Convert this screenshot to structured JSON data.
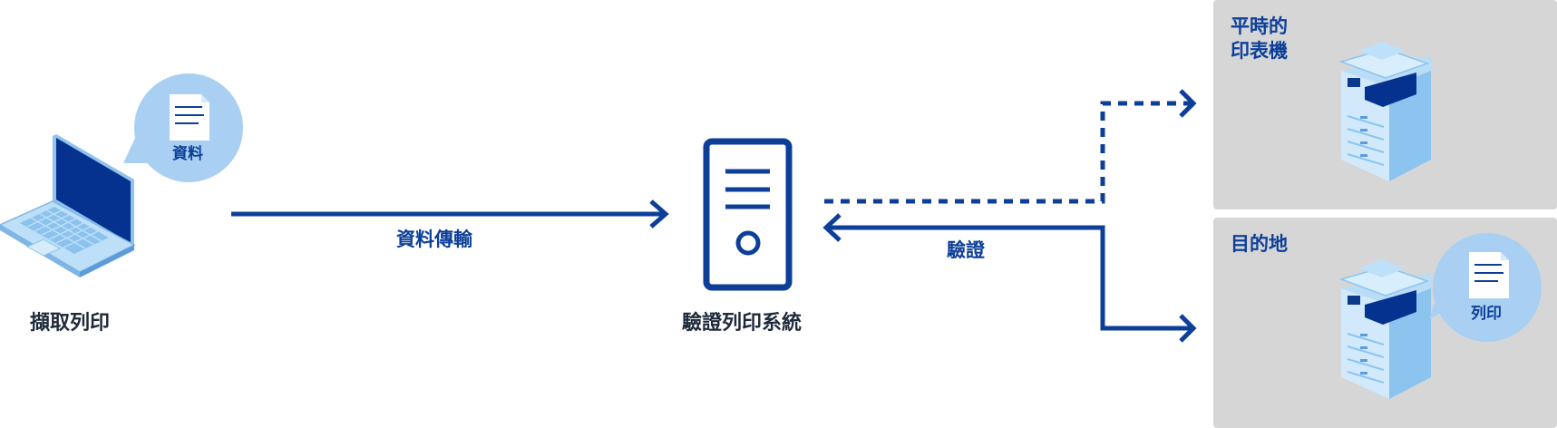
{
  "nodes": {
    "capture": {
      "label": "擷取列印",
      "icon": "laptop-icon"
    },
    "server": {
      "label": "驗證列印系統",
      "icon": "server-icon"
    },
    "regular_printer": {
      "label_line1": "平時的",
      "label_line2": "印表機",
      "icon": "printer-icon"
    },
    "destination": {
      "label": "目的地",
      "icon": "printer-icon"
    }
  },
  "bubbles": {
    "data": {
      "label": "資料",
      "icon": "document-icon"
    },
    "print": {
      "label": "列印",
      "icon": "document-icon"
    }
  },
  "arrows": {
    "transfer": {
      "label": "資料傳輸"
    },
    "auth": {
      "label": "驗證"
    }
  },
  "colors": {
    "brand_blue": "#0d3f99",
    "panel_gray": "#d6d6d6",
    "bubble_blue": "#a9d0f3",
    "device_light": "#b9dcf7",
    "device_dark": "#06328f"
  }
}
